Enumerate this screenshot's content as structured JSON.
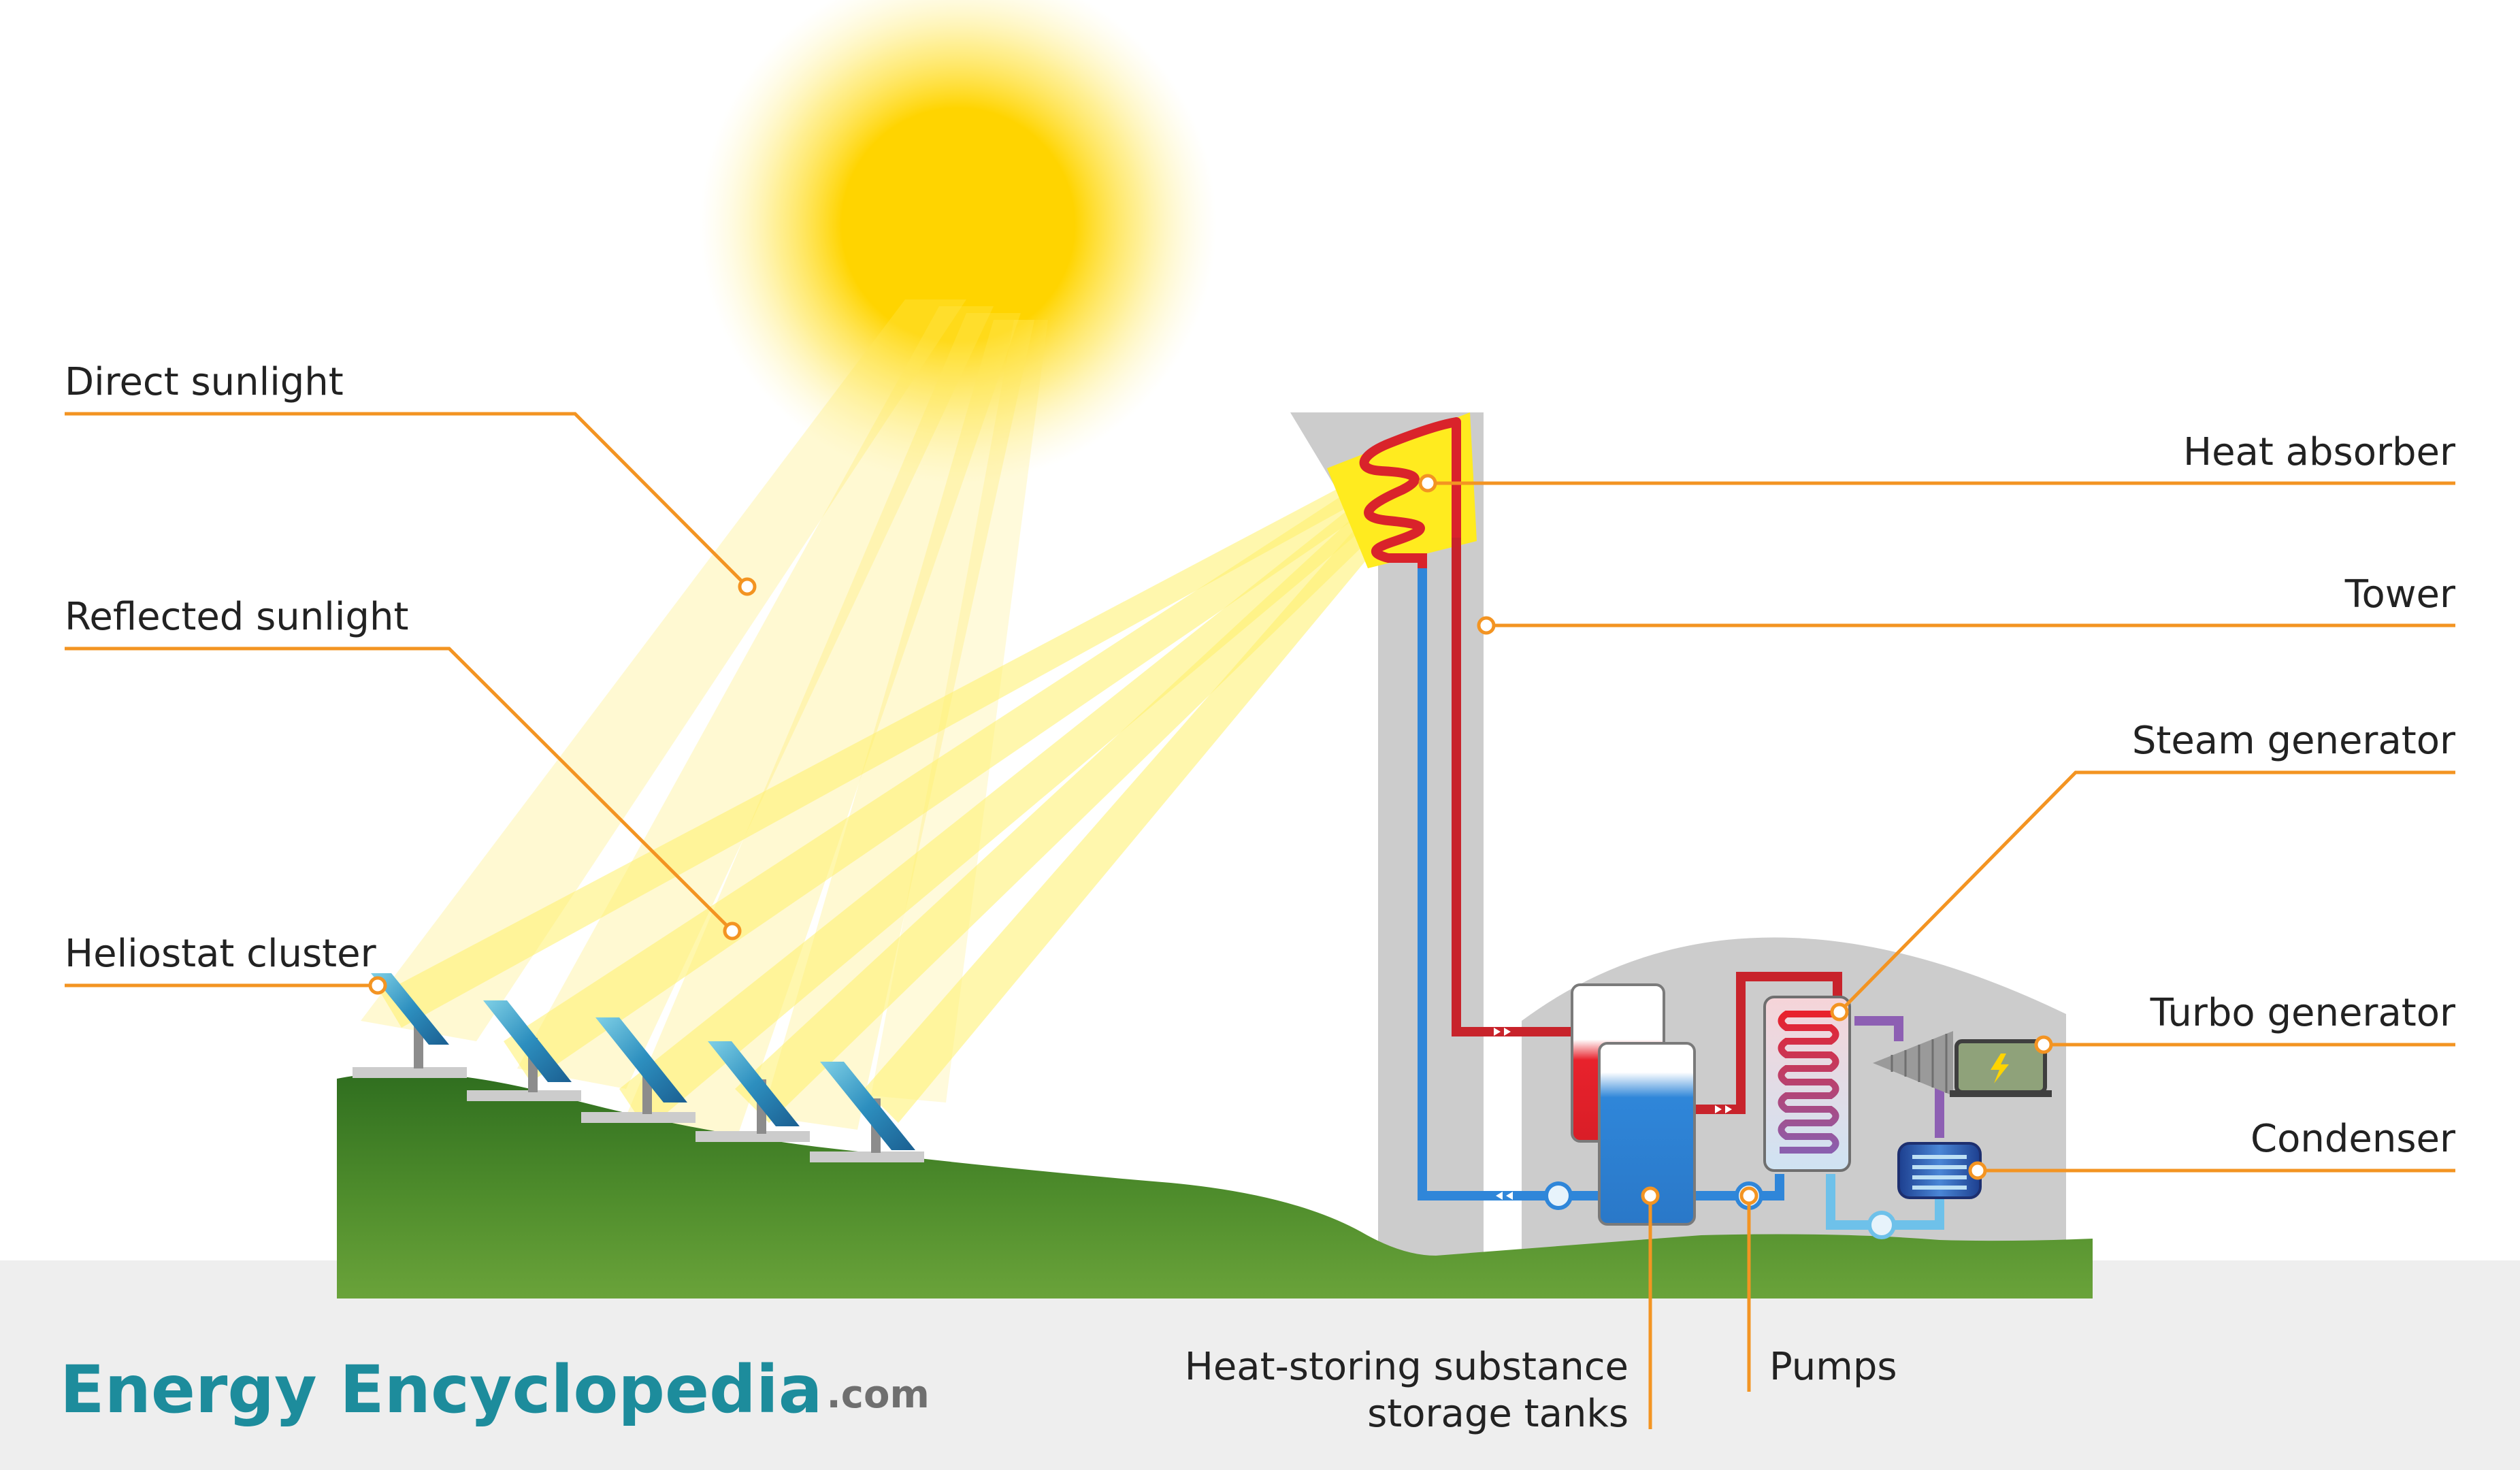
{
  "labels": {
    "direct_sunlight": "Direct sunlight",
    "reflected_sunlight": "Reflected sunlight",
    "heliostat_cluster": "Heliostat cluster",
    "heat_absorber": "Heat absorber",
    "tower": "Tower",
    "steam_generator": "Steam generator",
    "turbo_generator": "Turbo generator",
    "condenser": "Condenser",
    "storage_tanks_line1": "Heat-storing substance",
    "storage_tanks_line2": "storage tanks",
    "pumps": "Pumps"
  },
  "brand": {
    "name": "Energy Encyclopedia",
    "domain": ".com"
  },
  "colors": {
    "leader_line": "#f39422",
    "hot_fluid": "#c8232b",
    "cold_fluid": "#2f86d9",
    "steam": "#8d5fb3",
    "condensate": "#6ec1ea",
    "sun": "#ffd400",
    "grass": "#4f8d2c",
    "structure": "#cccccc",
    "brand": "#1d8c9c"
  },
  "icons": [
    "sun",
    "heliostat",
    "tower",
    "heat-absorber",
    "hot-tank",
    "cold-tank",
    "steam-generator",
    "turbine",
    "generator",
    "condenser",
    "pump",
    "lightning-bolt"
  ]
}
